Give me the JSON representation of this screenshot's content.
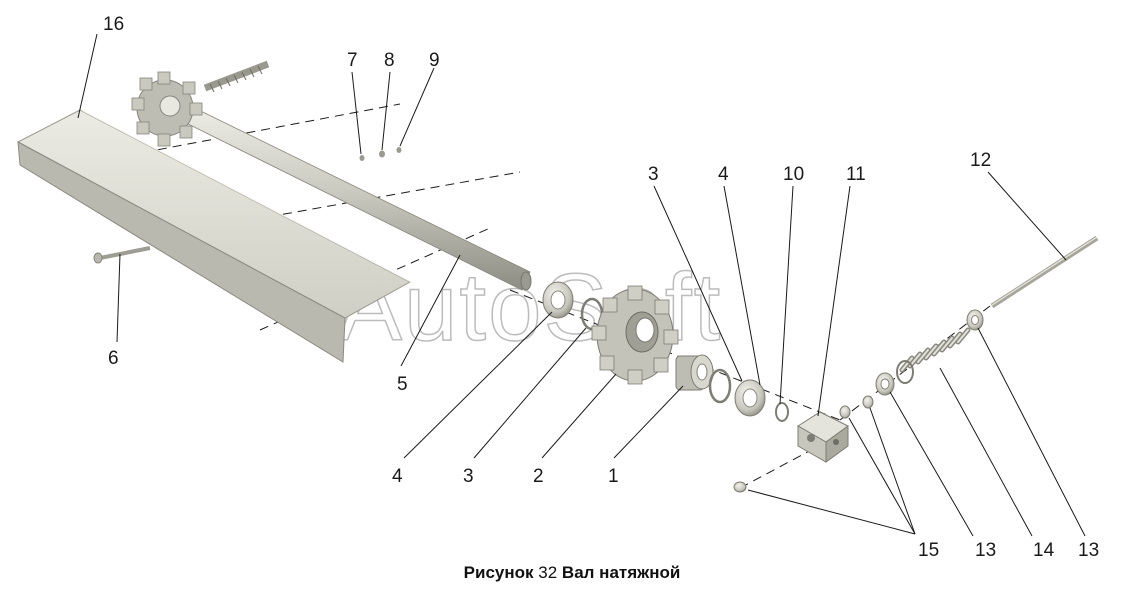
{
  "watermark": "AutoSoft",
  "caption": {
    "prefix": "Рисунок",
    "number": "32",
    "title": "Вал натяжной"
  },
  "callouts": {
    "c16": "16",
    "c7": "7",
    "c8": "8",
    "c9": "9",
    "c3a": "3",
    "c4a": "4",
    "c10": "10",
    "c11": "11",
    "c12": "12",
    "c6": "6",
    "c5": "5",
    "c4b": "4",
    "c3b": "3",
    "c2": "2",
    "c1": "1",
    "c15": "15",
    "c13a": "13",
    "c14": "14",
    "c13b": "13"
  },
  "colors": {
    "part_fill": "#dcdcd2",
    "part_shadow": "#a9a99e",
    "part_dark": "#7d7d74",
    "line": "#1a1a1a"
  }
}
